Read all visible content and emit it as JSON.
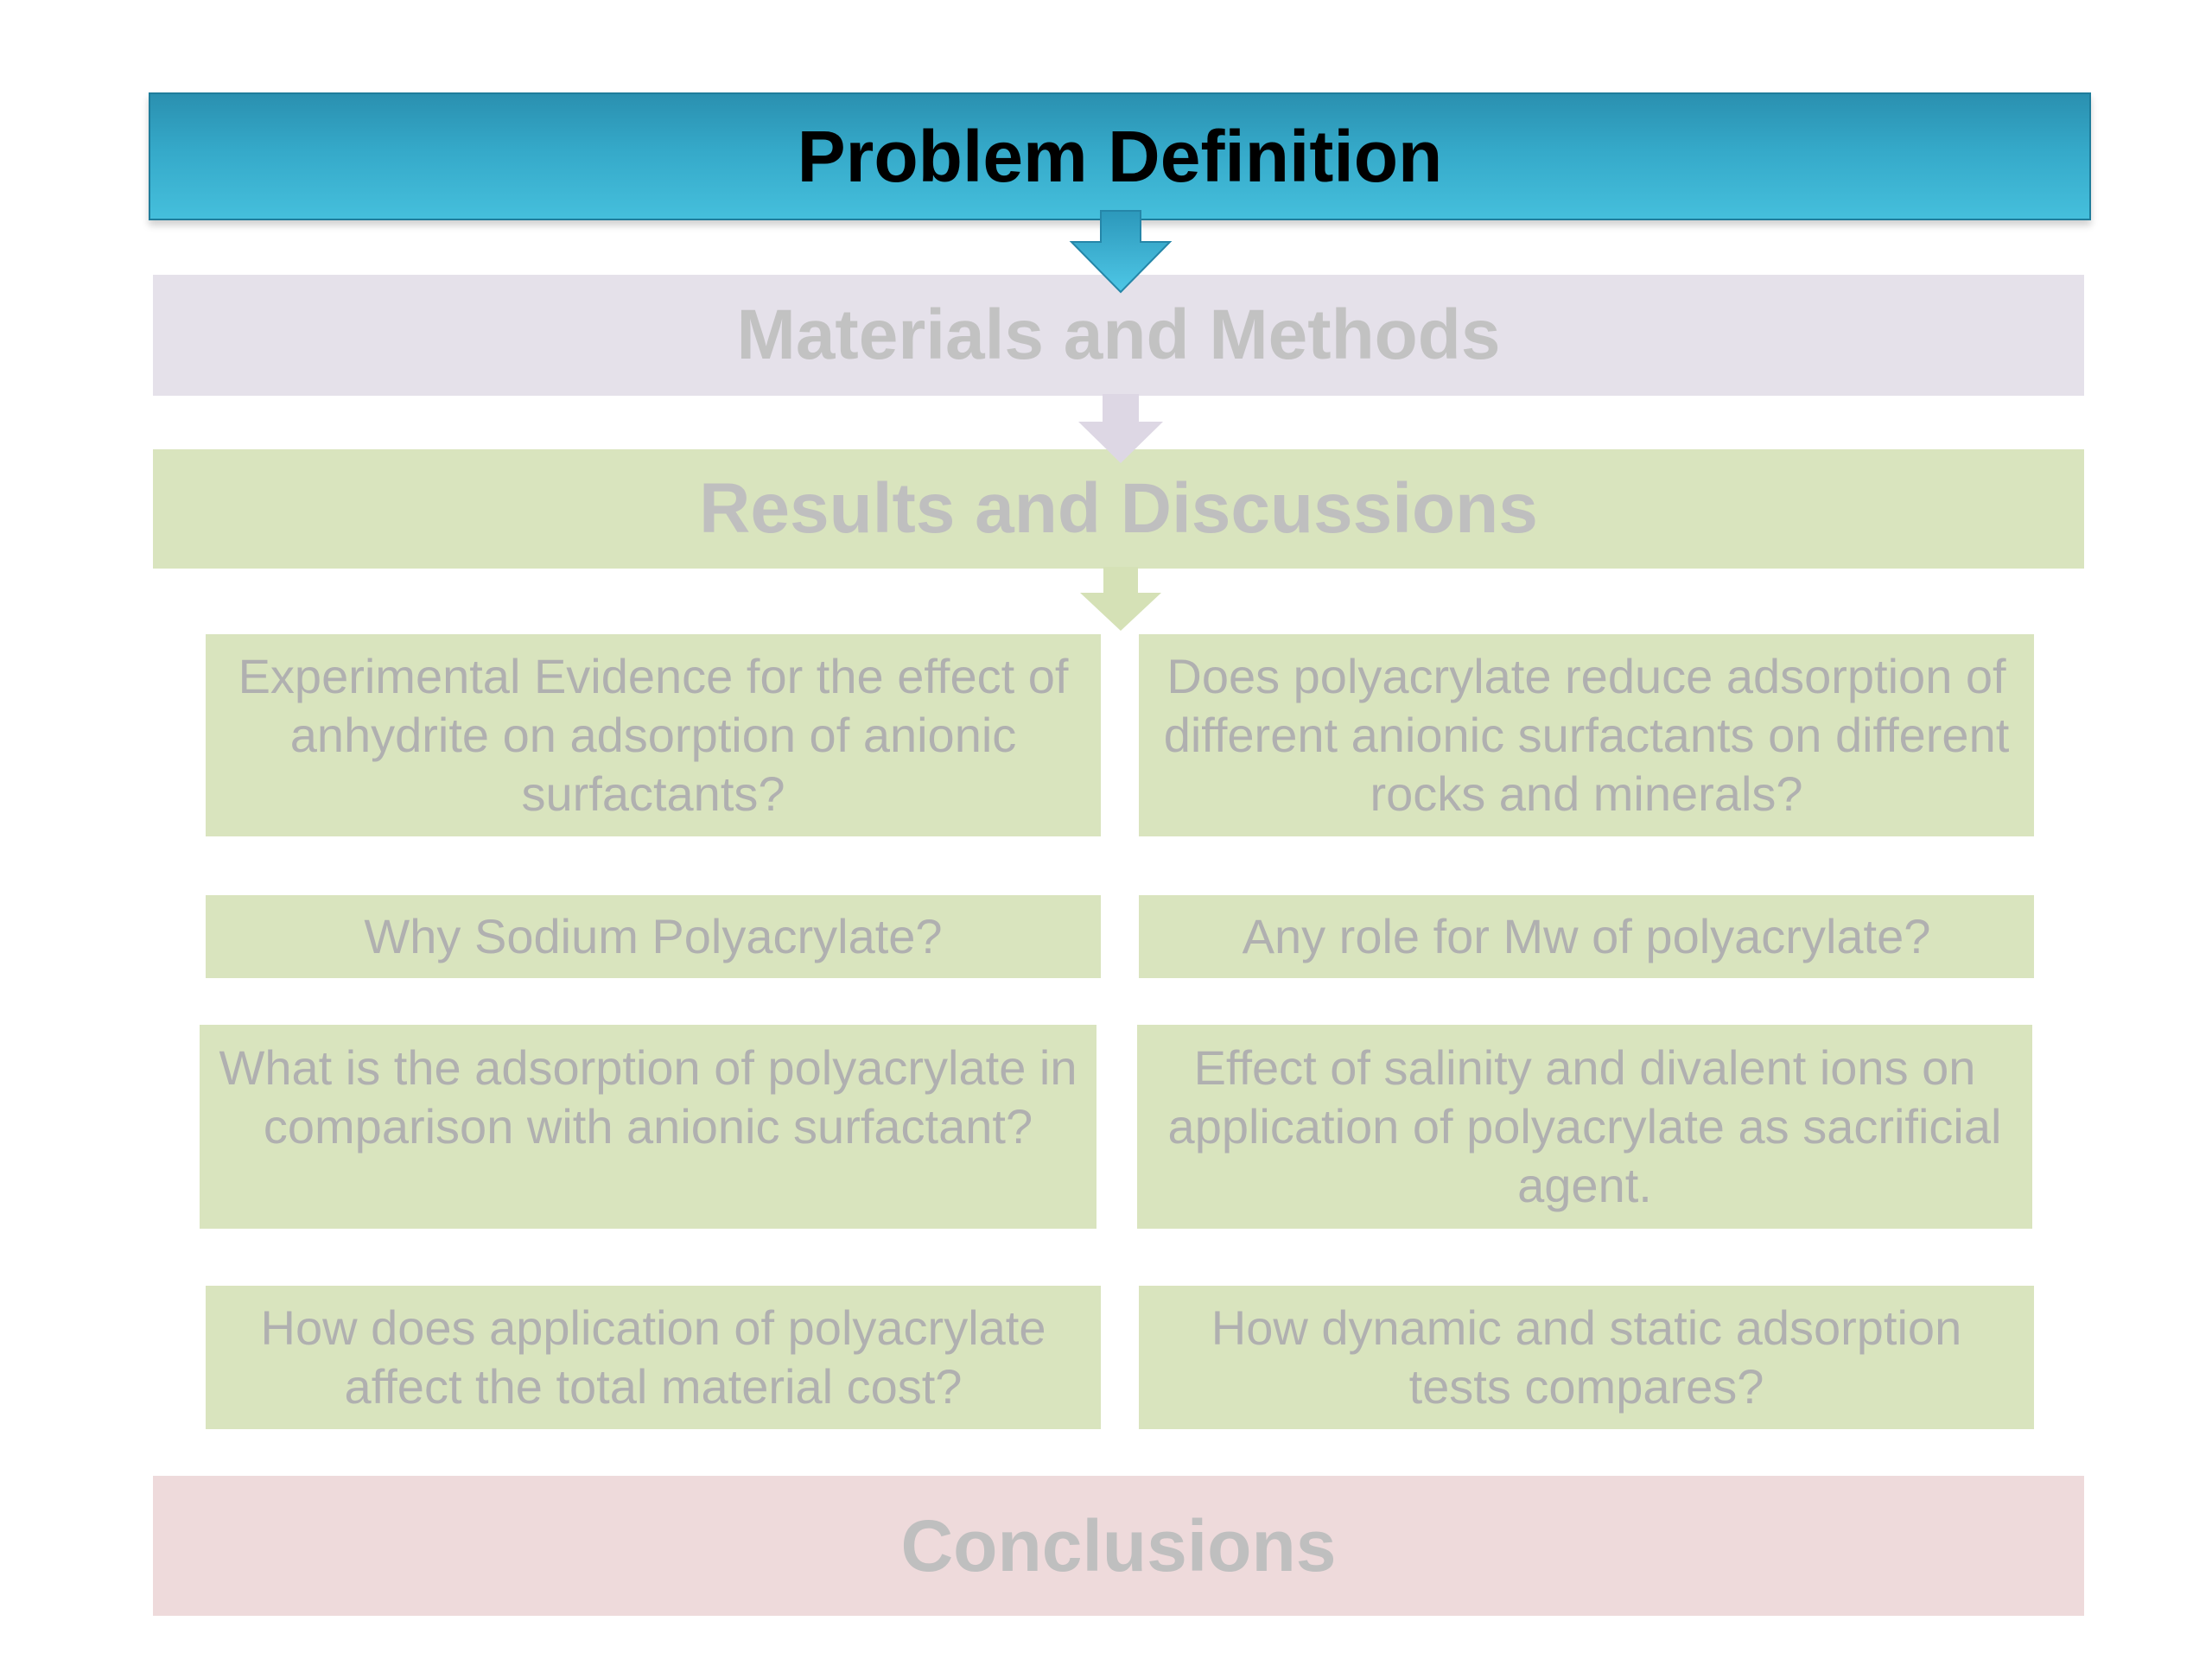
{
  "stages": {
    "problem_definition": "Problem Definition",
    "materials_methods": "Materials and Methods",
    "results_discussions": "Results and Discussions",
    "conclusions": "Conclusions"
  },
  "questions": {
    "q1": "Experimental Evidence for the effect of anhydrite on adsorption of anionic surfactants?",
    "q2": "Does polyacrylate reduce adsorption of different anionic surfactants on different rocks and minerals?",
    "q3": "Why Sodium Polyacrylate?",
    "q4": "Any role for Mw of polyacrylate?",
    "q5": "What is the adsorption of polyacrylate in comparison with anionic surfactant?",
    "q6": "Effect of salinity and divalent ions on application of polyacrylate as sacrificial agent.",
    "q7": "How does application of polyacrylate affect the total material cost?",
    "q8": "How dynamic and static adsorption tests compares?"
  },
  "colors": {
    "active_blue": "#35a9c9",
    "materials_lavender": "#e5e1ea",
    "results_green": "#d9e4be",
    "conclusions_pink": "#eedadb",
    "faded_text": "#bfbfbf"
  }
}
